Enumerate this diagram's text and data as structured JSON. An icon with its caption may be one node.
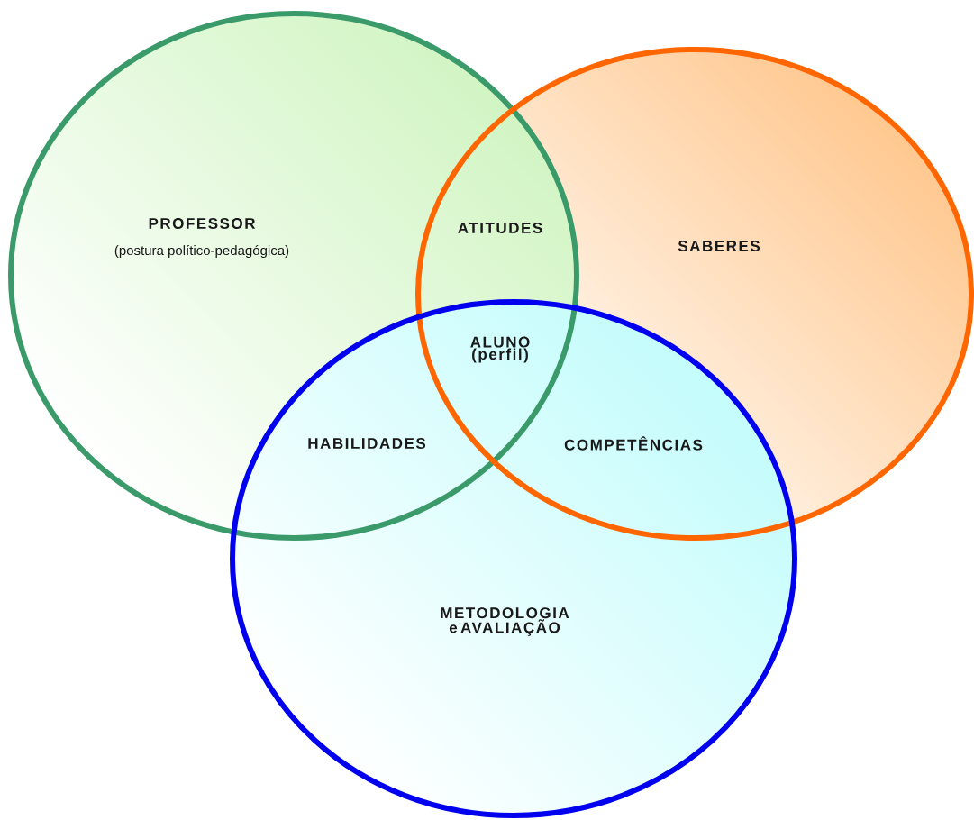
{
  "diagram": {
    "nodes": [
      {
        "text": [
          "PROFESSOR",
          "(postura político-pedagógica)"
        ]
      },
      {
        "text": [
          "SABERES"
        ]
      },
      {
        "text": [
          "METODOLOGIA e AVALIAÇÃO"
        ]
      }
    ],
    "labels": [
      "ATITUDES",
      "ALUNO (perfil)",
      "HABILIDADES",
      "COMPETÊNCIAS"
    ]
  }
}
